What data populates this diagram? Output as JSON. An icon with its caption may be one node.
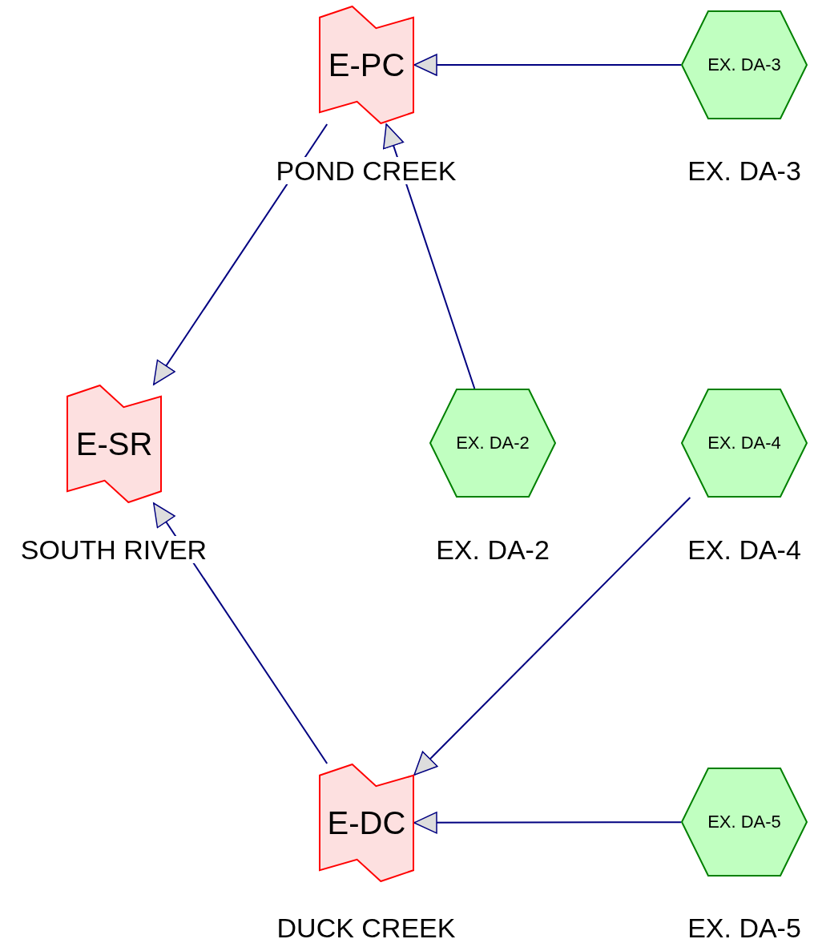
{
  "diagram": {
    "nodes": [
      {
        "text": [
          "E-PC"
        ],
        "beside": [
          "POND CREEK"
        ]
      },
      {
        "text": [
          "EX. DA-3"
        ],
        "beside": [
          "EX. DA-3"
        ]
      },
      {
        "text": [
          "E-SR"
        ],
        "beside": [
          "SOUTH RIVER"
        ]
      },
      {
        "text": [
          "EX. DA-2"
        ],
        "beside": [
          "EX. DA-2"
        ]
      },
      {
        "text": [
          "EX. DA-4"
        ],
        "beside": [
          "EX. DA-4"
        ]
      },
      {
        "text": [
          "E-DC"
        ],
        "beside": [
          "DUCK CREEK"
        ]
      },
      {
        "text": [
          "EX. DA-5"
        ],
        "beside": [
          "EX. DA-5"
        ]
      }
    ],
    "edges": [
      {
        "from": 1,
        "to": 0,
        "arrow": "to"
      },
      {
        "from": 0,
        "to": 2,
        "arrow": "to"
      },
      {
        "from": 3,
        "to": 0,
        "arrow": "to"
      },
      {
        "from": 4,
        "to": 5,
        "arrow": "to"
      },
      {
        "from": 5,
        "to": 2,
        "arrow": "to"
      },
      {
        "from": 6,
        "to": 5,
        "arrow": "to"
      }
    ]
  }
}
